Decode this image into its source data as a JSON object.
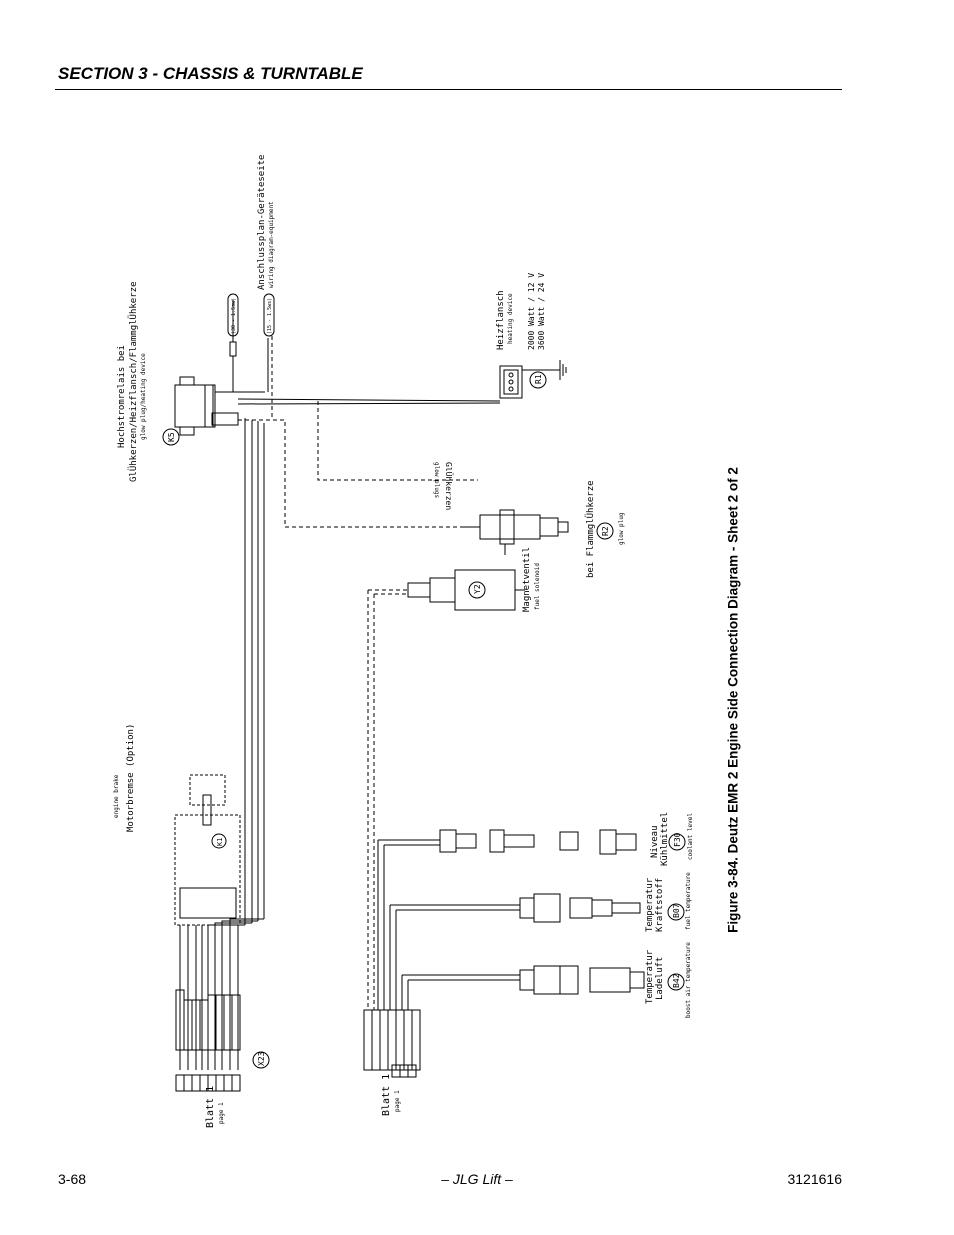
{
  "header": {
    "section": "SECTION 3 - CHASSIS & TURNTABLE"
  },
  "caption": "Figure 3-84. Deutz EMR 2 Engine Side Connection Diagram - Sheet 2 of 2",
  "footer": {
    "page": "3-68",
    "brand": "– JLG Lift –",
    "doc": "3121616"
  },
  "diagram": {
    "k5_main": "Hochstromrelais bei",
    "k5_sub": "GlÜhkerzen/Heizflansch/FlammglÜhkerze",
    "k5_en": "glow plug/heating device",
    "k5_id": "K5",
    "wiring_main": "Anschlussplan-Geräteseite",
    "wiring_en": "wiring diagram-equipment",
    "heiz_main": "Heizflansch",
    "heiz_en": "heating device",
    "heiz_12v": "2000 Watt / 12 V",
    "heiz_24v": "3600 Watt / 24 V",
    "heiz_id": "R1",
    "glow_main": "GlÜhkerzen",
    "glow_en": "glow plugs",
    "fl_main": "bei  FlammglÜhkerze",
    "fl_en": "glow plug",
    "fl_id": "R2",
    "mv_main": "Magnetventil",
    "mv_en": "fuel solenoid",
    "mv_id": "Y2",
    "mb_main": "Motorbremse (Option)",
    "mb_en": "engine brake",
    "mb_id": "K1",
    "niv_l1": "Niveau",
    "niv_l2": "Kühlmittel",
    "niv_en": "coolant level",
    "niv_id": "F30",
    "tk_l1": "Temperatur",
    "tk_l2": "Kraftstoff",
    "tk_en": "fuel temperature",
    "tk_id": "B07",
    "tl_l1": "Temperatur",
    "tl_l2": "Ladeluft",
    "tl_en": "boost air temperature",
    "tl_id": "B42",
    "x23_id": "X23",
    "blatt_l": "Blatt 1",
    "page_l": "page 1",
    "blatt_r": "Blatt 1",
    "page_r": "page 1",
    "w30": "(30 - 1.5sw)",
    "w15": "(15 - 1.5ws)"
  }
}
